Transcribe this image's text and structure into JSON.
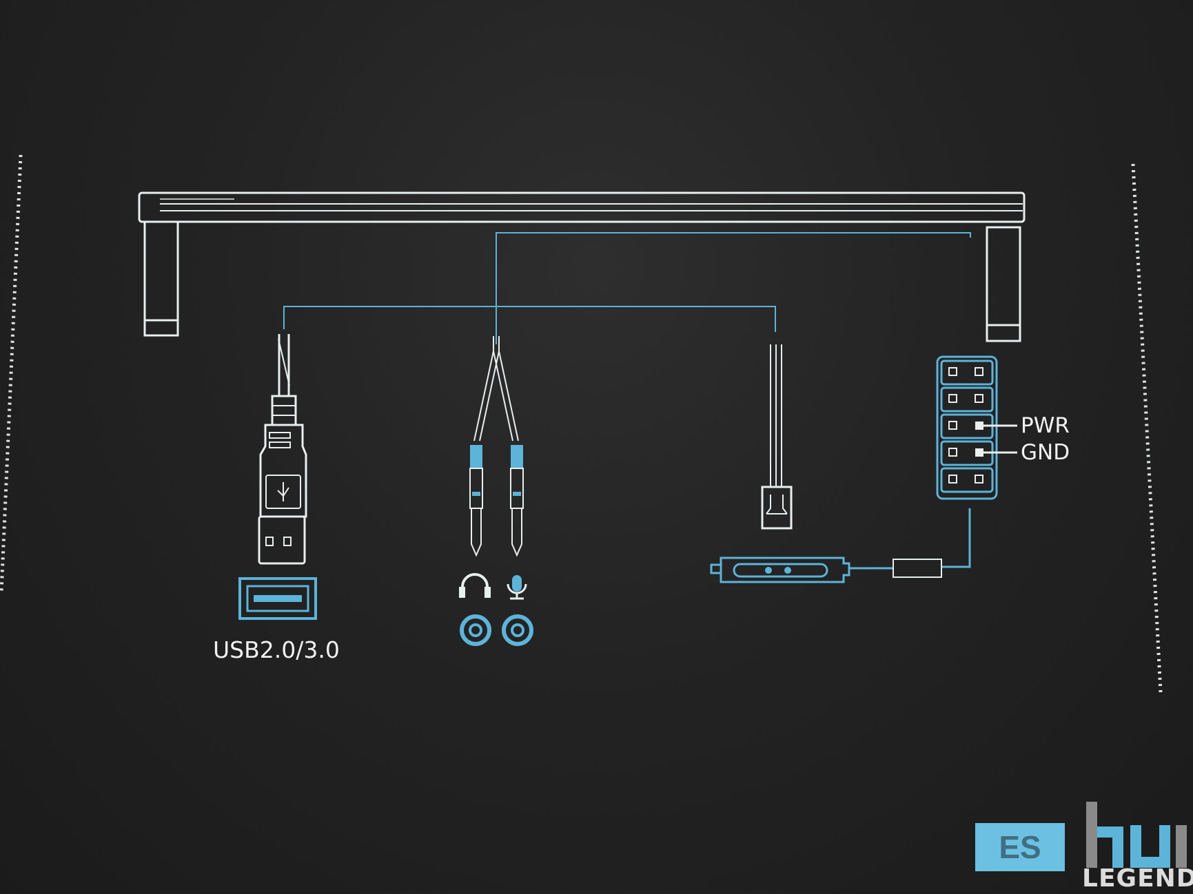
{
  "labels": {
    "usb": "USB2.0/3.0",
    "pwr": "PWR",
    "gnd": "GND"
  },
  "badge": {
    "text": "ES"
  },
  "watermark": {
    "text": "LEGEND"
  },
  "colors": {
    "accent": "#5cb4d8",
    "line": "#e9eeee",
    "background": "#222222"
  }
}
